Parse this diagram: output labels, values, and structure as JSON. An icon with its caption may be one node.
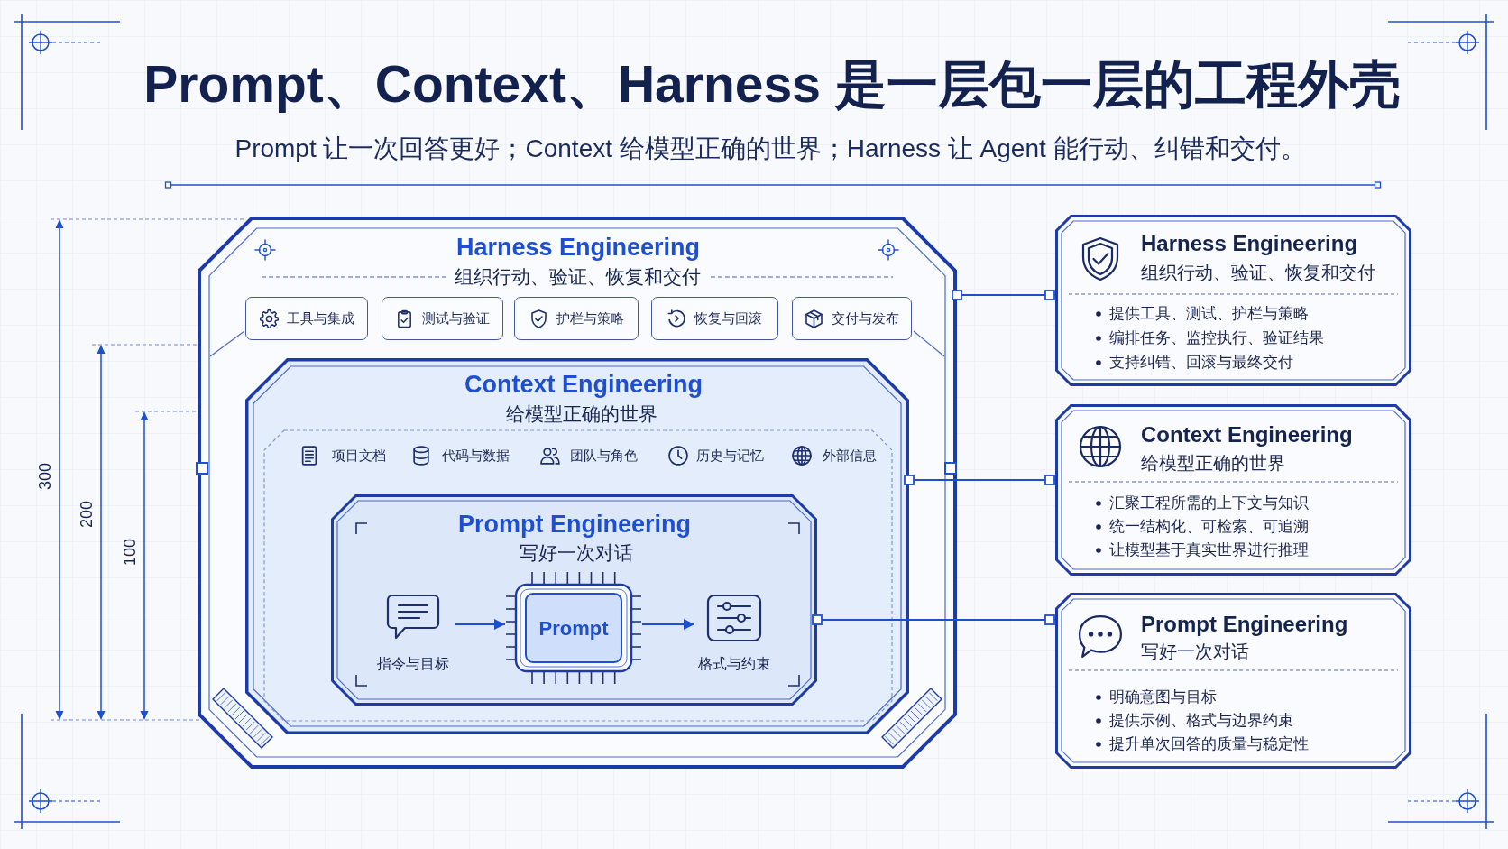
{
  "diagram": {
    "title": "Prompt、Context、Harness 是一层包一层的工程外壳",
    "caption": "Prompt 让一次回答更好；Context 给模型正确的世界；Harness 让 Agent 能行动、纠错和交付。",
    "nodes": [
      {
        "text": [
          "Harness Engineering",
          "组织行动、验证、恢复和交付"
        ]
      },
      {
        "text": [
          "工具与集成"
        ],
        "in": 0
      },
      {
        "text": [
          "测试与验证"
        ],
        "in": 0
      },
      {
        "text": [
          "护栏与策略"
        ],
        "in": 0
      },
      {
        "text": [
          "恢复与回滚"
        ],
        "in": 0
      },
      {
        "text": [
          "交付与发布"
        ],
        "in": 0
      },
      {
        "text": [
          "Context Engineering",
          "给模型正确的世界"
        ],
        "in": 0
      },
      {
        "text": [
          "Prompt Engineering",
          "写好一次对话"
        ],
        "in": 6
      },
      {
        "text": [
          "指令与目标"
        ],
        "in": 7
      },
      {
        "text": [
          "Prompt"
        ],
        "in": 7
      },
      {
        "text": [
          "格式与约束"
        ],
        "in": 7
      },
      {
        "text": [
          "Harness Engineering",
          "组织行动、验证、恢复和交付",
          "提供工具、测试、护栏与策略",
          "编排任务、监控执行、验证结果",
          "支持纠错、回滚与最终交付"
        ]
      },
      {
        "text": [
          "Context Engineering",
          "给模型正确的世界",
          "汇聚工程所需的上下文与知识",
          "统一结构化、可检索、可追溯",
          "让模型基于真实世界进行推理"
        ]
      },
      {
        "text": [
          "Prompt Engineering",
          "写好一次对话",
          "明确意图与目标",
          "提供示例、格式与边界约束",
          "提升单次回答的质量与稳定性"
        ]
      }
    ],
    "edges": [
      {
        "from": 0,
        "to": 11,
        "arrow": "other"
      },
      {
        "from": 6,
        "to": 12,
        "arrow": "other"
      },
      {
        "from": 7,
        "to": 13,
        "arrow": "other"
      },
      {
        "from": 8,
        "to": 9,
        "arrow": "to"
      },
      {
        "from": 9,
        "to": 10,
        "arrow": "to"
      }
    ],
    "labels": [
      "项目文档",
      "代码与数据",
      "团队与角色",
      "历史与记忆",
      "外部信息",
      "300",
      "200",
      "100"
    ]
  }
}
